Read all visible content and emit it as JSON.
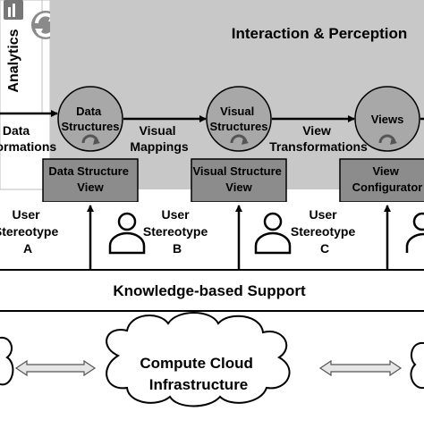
{
  "analytics_label": "Analytics",
  "panel_title": "Interaction & Perception",
  "nodes": {
    "data_structures": [
      "Data",
      "Structures"
    ],
    "visual_structures": [
      "Visual",
      "Structures"
    ],
    "views": [
      "Views"
    ]
  },
  "flows": {
    "data_transformations": [
      "Data",
      "formations"
    ],
    "visual_mappings": [
      "Visual",
      "Mappings"
    ],
    "view_transformations": [
      "View",
      "Transformations"
    ]
  },
  "boxes": {
    "data_structure_view": [
      "Data Structure",
      "View"
    ],
    "visual_structure_view": [
      "Visual Structure",
      "View"
    ],
    "view_configurator": [
      "View",
      "Configurator"
    ]
  },
  "stereotypes": {
    "a": [
      "User",
      "Stereotype",
      "A"
    ],
    "b": [
      "User",
      "Stereotype",
      "B"
    ],
    "c": [
      "User",
      "Stereotype",
      "C"
    ]
  },
  "knowledge_support": "Knowledge-based Support",
  "cloud": [
    "Compute Cloud",
    "Infrastructure"
  ],
  "colors": {
    "panel": "#c8c8c8",
    "node": "#a8a8a8",
    "box": "#8c8c8c",
    "stroke": "#000000",
    "cloud_fill": "#ffffff",
    "arrow_fill": "#e6e6e6"
  }
}
